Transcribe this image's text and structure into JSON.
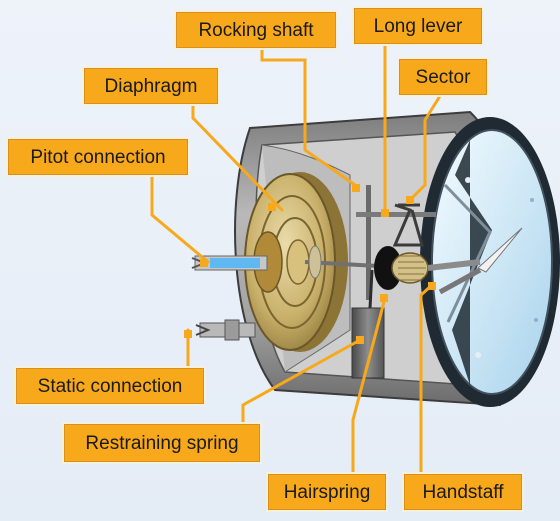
{
  "labels": {
    "rocking_shaft": "Rocking shaft",
    "long_lever": "Long lever",
    "sector": "Sector",
    "diaphragm": "Diaphragm",
    "pitot_connection": "Pitot connection",
    "static_connection": "Static connection",
    "restraining_spring": "Restraining spring",
    "hairspring": "Hairspring",
    "handstaff": "Handstaff"
  },
  "colors": {
    "label_fill": "#f7a81b",
    "leader_line": "#f7a81b",
    "case_gray": "#9a9a9a",
    "diaphragm_gold": "#c9b06a",
    "dial_face": "#cfe8f6",
    "bezel": "#1f2a33"
  }
}
